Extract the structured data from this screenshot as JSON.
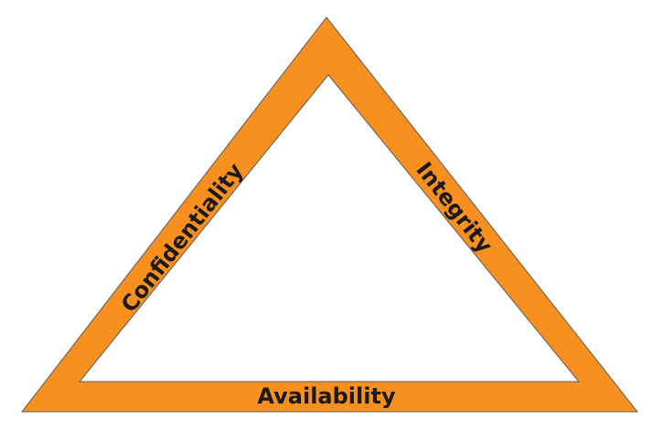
{
  "diagram": {
    "labels": {
      "left": "Confidentiality",
      "right": "Integrity",
      "bottom": "Availability"
    },
    "colors": {
      "frame_fill": "#F7901E",
      "frame_stroke": "#5a5a5a",
      "inner_fill": "#ffffff",
      "text": "#1a1a1a"
    }
  }
}
